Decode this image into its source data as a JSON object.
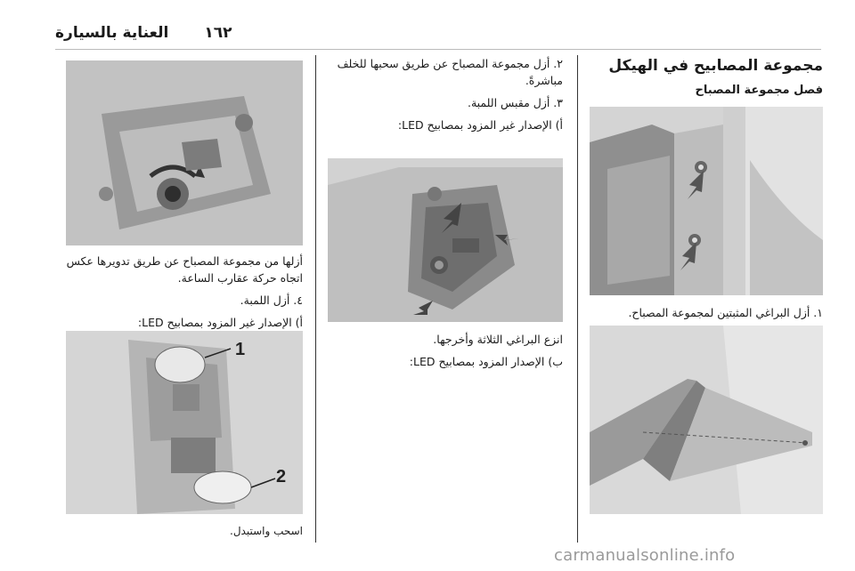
{
  "header": {
    "page_number": "١٦٢",
    "title": "العناية بالسيارة"
  },
  "right_column": {
    "section_title": "مجموعة المصابيح في الهيكل",
    "subsection_title": "فصل مجموعة المصباح",
    "step1": "١. أزل البراغي المثبتين لمجموعة المصباح."
  },
  "middle_column": {
    "step2": "٢. أزل مجموعة المصباح عن طريق سحبها للخلف مباشرةً.",
    "step3": "٣. أزل مقبس اللمبة.",
    "step3a": "أ) الإصدار غير المزود بمصابيح LED:",
    "caption_remove": "انزع البراغي الثلاثة وأخرجها.",
    "step3b": "ب) الإصدار المزود بمصابيح LED:"
  },
  "left_column": {
    "rotate_text": "أزلها من مجموعة المصباح عن طريق تدويرها عكس اتجاه حركة عقارب الساعة.",
    "step4": "٤. أزل اللمبة.",
    "step4a": "أ) الإصدار غير المزود بمصابيح LED:",
    "figure_callouts": [
      "1",
      "2"
    ],
    "pull_replace": "اسحب واستبدل."
  },
  "watermark": "carmanualsonline.info"
}
